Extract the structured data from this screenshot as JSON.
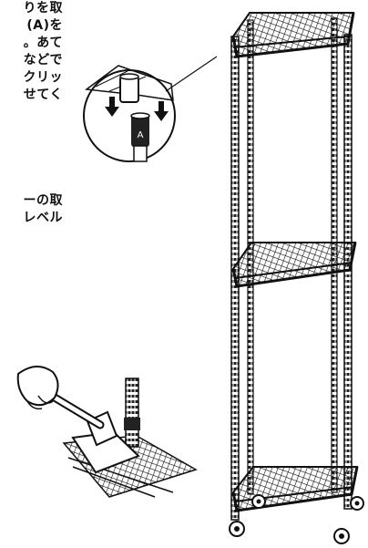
{
  "instructions": {
    "block1": [
      "りを取",
      "(A)を",
      "。あて",
      "などで",
      "クリッ",
      "せてく"
    ],
    "block2": [
      "ーの取",
      "レベル"
    ]
  },
  "detail_callout": {
    "part_label": "A"
  }
}
